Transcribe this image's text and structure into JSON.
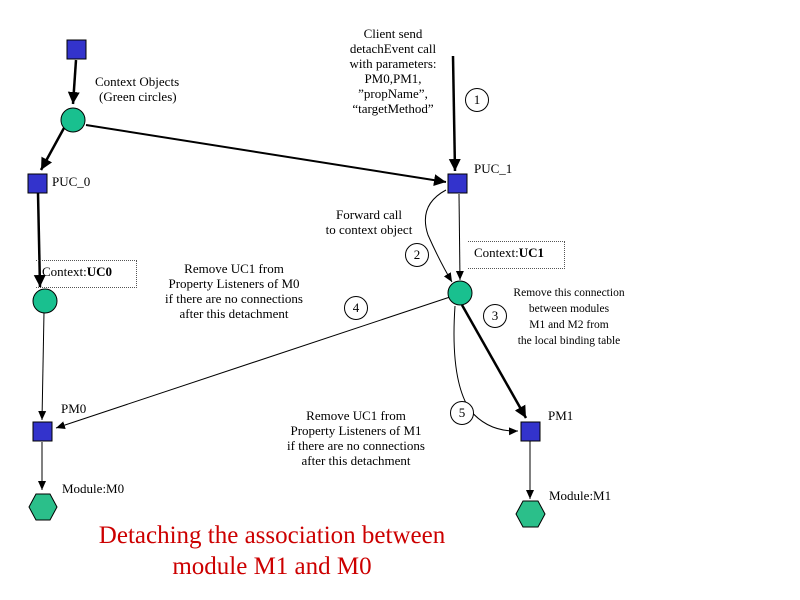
{
  "labels": {
    "context_objects": [
      "Context Objects",
      "(Green circles)"
    ],
    "client_send": [
      "Client send",
      "detachEvent call",
      "with parameters:",
      "PM0,PM1,",
      "”propName”,",
      "“targetMethod”"
    ],
    "puc0": "PUC_0",
    "puc1": "PUC_1",
    "forward_call": [
      "Forward call",
      "to context object"
    ],
    "context_uc0_prefix": "Context:",
    "context_uc0_name": "UC0",
    "context_uc1_prefix": "Context:",
    "context_uc1_name": "UC1",
    "remove_m0": [
      "Remove UC1 from",
      "Property Listeners of  M0",
      "if there are no connections",
      "after this detachment"
    ],
    "remove_connection": [
      "Remove this connection",
      "between modules",
      "M1  and M2 from",
      "the local binding table"
    ],
    "pm0": "PM0",
    "pm1": "PM1",
    "remove_m1": [
      "Remove UC1 from",
      "Property Listeners of  M1",
      "if there are no connections",
      "after this detachment"
    ],
    "module_m0": "Module:M0",
    "module_m1": "Module:M1"
  },
  "step_numbers": [
    "1",
    "2",
    "3",
    "4",
    "5"
  ],
  "title_lines": [
    "Detaching the association between",
    "module M1 and M0"
  ],
  "colors": {
    "square_fill": "#3333cc",
    "circle_fill": "#19c08f",
    "hexagon_fill": "#2bbf8a",
    "title": "#cc0000",
    "line": "#000000"
  }
}
